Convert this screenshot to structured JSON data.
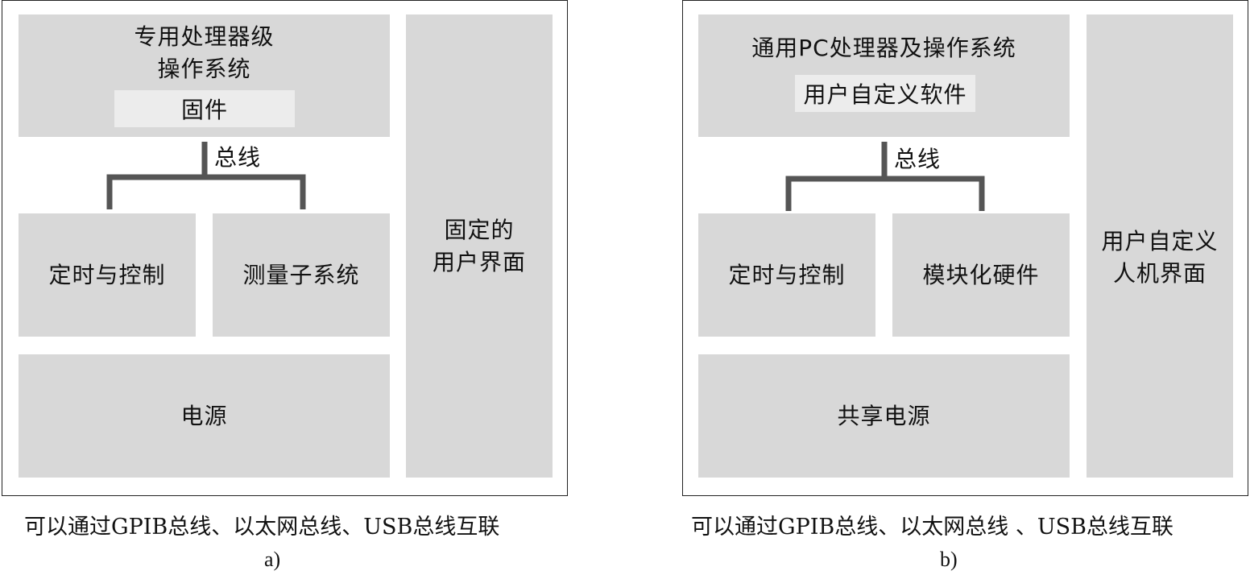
{
  "panel_a": {
    "processor_line1": "专用处理器级",
    "processor_line2": "操作系统",
    "firmware": "固件",
    "bus": "总线",
    "timing_control": "定时与控制",
    "measurement": "测量子系统",
    "power": "电源",
    "ui_line1": "固定的",
    "ui_line2": "用户界面",
    "interconnect": "可以通过GPIB总线、以太网总线、USB总线互联",
    "letter": "a)"
  },
  "panel_b": {
    "processor_line1": "通用PC处理器及操作系统",
    "software": "用户自定义软件",
    "bus": "总线",
    "timing_control": "定时与控制",
    "modular_hw": "模块化硬件",
    "power": "共享电源",
    "ui_line1": "用户自定义",
    "ui_line2": "人机界面",
    "interconnect": "可以通过GPIB总线、以太网总线 、USB总线互联",
    "letter": "b)"
  },
  "colors": {
    "block": "#d8d8d8",
    "inner_block": "#ececec",
    "bus_line": "#555555",
    "frame": "#222222"
  }
}
